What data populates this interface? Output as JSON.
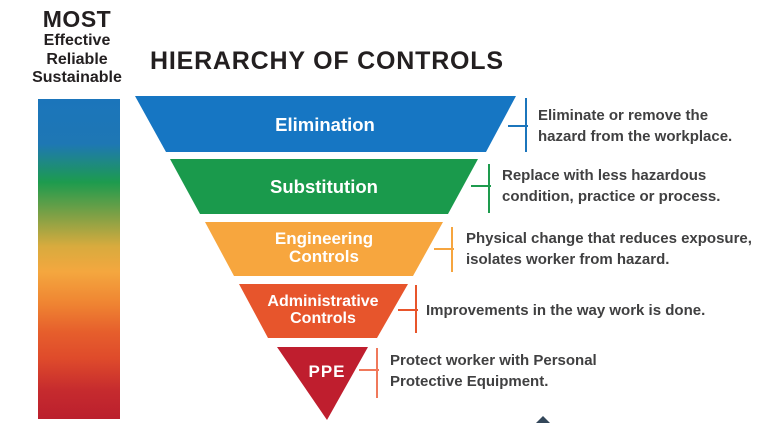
{
  "header": {
    "title": "HIERARCHY OF CONTROLS"
  },
  "effectiveness_scale": {
    "heading": "MOST",
    "qualities": {
      "line1": "Effective",
      "line2": "Reliable",
      "line3": "Sustainable"
    },
    "gradient_stops": [
      "#1b75bb 0%",
      "#1e77b4 14%",
      "#1d9b4e 26%",
      "#7ba046 36%",
      "#d8ab3e 46%",
      "#f4a73f 54%",
      "#ef8432 64%",
      "#e65e2c 73%",
      "#df4b2b 81%",
      "#c62b2e 91%",
      "#bb1f2d 100%"
    ]
  },
  "levels": [
    {
      "name": "Elimination",
      "label_line1": "Elimination",
      "label_line2": "",
      "color": "#1676c3",
      "tick_color": "#1b75bc",
      "desc_line1": "Eliminate or remove the",
      "desc_line2": "hazard from the workplace."
    },
    {
      "name": "Substitution",
      "label_line1": "Substitution",
      "label_line2": "",
      "color": "#1a9a4c",
      "tick_color": "#1e9b4e",
      "desc_line1": "Replace with less hazardous",
      "desc_line2": "condition, practice or process."
    },
    {
      "name": "Engineering Controls",
      "label_line1": "Engineering",
      "label_line2": "Controls",
      "color": "#f7a63e",
      "tick_color": "#f6a53f",
      "desc_line1": "Physical change that reduces exposure,",
      "desc_line2": "isolates worker from hazard."
    },
    {
      "name": "Administrative Controls",
      "label_line1": "Administrative",
      "label_line2": "Controls",
      "color": "#e7552c",
      "tick_color": "#e8552b",
      "desc_line1": "Improvements in the way work is done.",
      "desc_line2": ""
    },
    {
      "name": "PPE",
      "label_line1": "PPE",
      "label_line2": "",
      "color": "#bf1e2e",
      "tick_color": "#f0795b",
      "desc_line1": "Protect worker with Personal",
      "desc_line2": "Protective Equipment."
    }
  ],
  "misc": {
    "scroll_arrow_color": "#33475a"
  }
}
